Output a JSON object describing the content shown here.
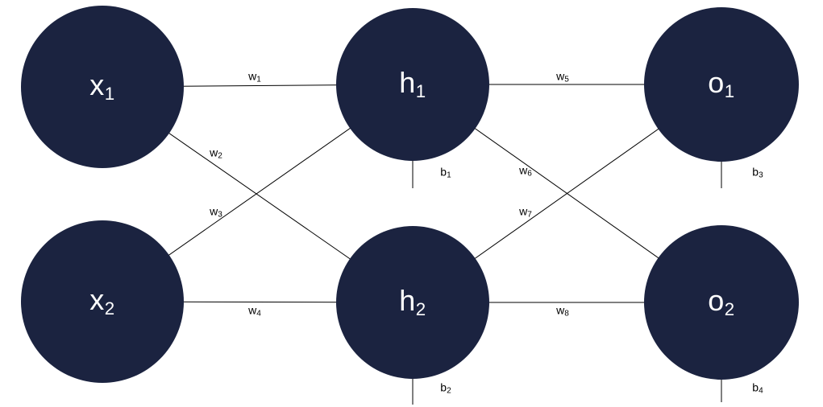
{
  "diagram": {
    "kind": "neural-network",
    "colors": {
      "node_fill": "#1b2340",
      "node_text": "#ffffff",
      "edge_stroke": "#000000",
      "background": "#ffffff"
    },
    "nodes": [
      {
        "id": "x1",
        "base": "x",
        "sub": "1",
        "layer": "input"
      },
      {
        "id": "x2",
        "base": "x",
        "sub": "2",
        "layer": "input"
      },
      {
        "id": "h1",
        "base": "h",
        "sub": "1",
        "layer": "hidden"
      },
      {
        "id": "h2",
        "base": "h",
        "sub": "2",
        "layer": "hidden"
      },
      {
        "id": "o1",
        "base": "o",
        "sub": "1",
        "layer": "output"
      },
      {
        "id": "o2",
        "base": "o",
        "sub": "2",
        "layer": "output"
      }
    ],
    "weights": [
      {
        "id": "w1",
        "base": "w",
        "sub": "1",
        "from": "x1",
        "to": "h1"
      },
      {
        "id": "w2",
        "base": "w",
        "sub": "2",
        "from": "x1",
        "to": "h2"
      },
      {
        "id": "w3",
        "base": "w",
        "sub": "3",
        "from": "x2",
        "to": "h1"
      },
      {
        "id": "w4",
        "base": "w",
        "sub": "4",
        "from": "x2",
        "to": "h2"
      },
      {
        "id": "w5",
        "base": "w",
        "sub": "5",
        "from": "h1",
        "to": "o1"
      },
      {
        "id": "w6",
        "base": "w",
        "sub": "6",
        "from": "h1",
        "to": "o2"
      },
      {
        "id": "w7",
        "base": "w",
        "sub": "7",
        "from": "h2",
        "to": "o1"
      },
      {
        "id": "w8",
        "base": "w",
        "sub": "8",
        "from": "h2",
        "to": "o2"
      }
    ],
    "biases": [
      {
        "id": "b1",
        "base": "b",
        "sub": "1",
        "node": "h1"
      },
      {
        "id": "b2",
        "base": "b",
        "sub": "2",
        "node": "h2"
      },
      {
        "id": "b3",
        "base": "b",
        "sub": "3",
        "node": "o1"
      },
      {
        "id": "b4",
        "base": "b",
        "sub": "4",
        "node": "o2"
      }
    ]
  }
}
